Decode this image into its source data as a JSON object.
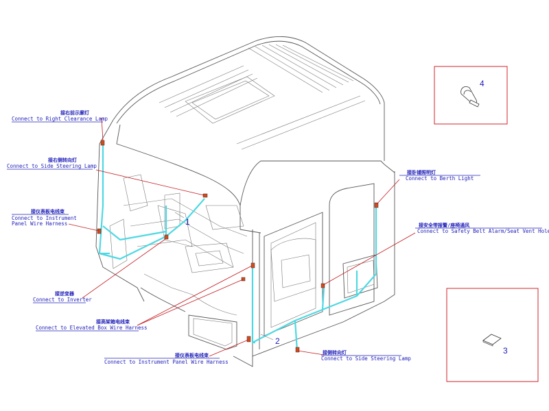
{
  "labels": [
    {
      "zh": "接右前示廓灯",
      "en": "Connect to Right Clearance Lamp"
    },
    {
      "zh": "接右侧转向灯",
      "en": "Connect to Side Steering Lamp"
    },
    {
      "zh": "接仪表板电线束",
      "en": "Connect to Instrument",
      "en2": "Panel Wire Harness"
    },
    {
      "zh": "接逆变器",
      "en": "Connect to Inverter"
    },
    {
      "zh": "接高架箱电线束",
      "en": "Connect to Elevated Box Wire Harness"
    },
    {
      "zh": "接仪表板电线束",
      "en": "Connect to Instrument Panel Wire Harness"
    },
    {
      "zh": "接卧铺照明灯",
      "en": "Connect to Berth Light"
    },
    {
      "zh": "接安全带报警/座椅通风",
      "en": "Connect to Safety Belt Alarm/Seat Vent Hole"
    },
    {
      "zh": "接侧转向灯",
      "en": "Connect to Side Steering Lamp"
    }
  ],
  "callouts": [
    "1",
    "2",
    "3",
    "4"
  ],
  "colors": {
    "label_text": "#1b1bb8",
    "harness": "#4fd8e2",
    "leader": "#c3161c",
    "detail_box": "#d2232a"
  }
}
